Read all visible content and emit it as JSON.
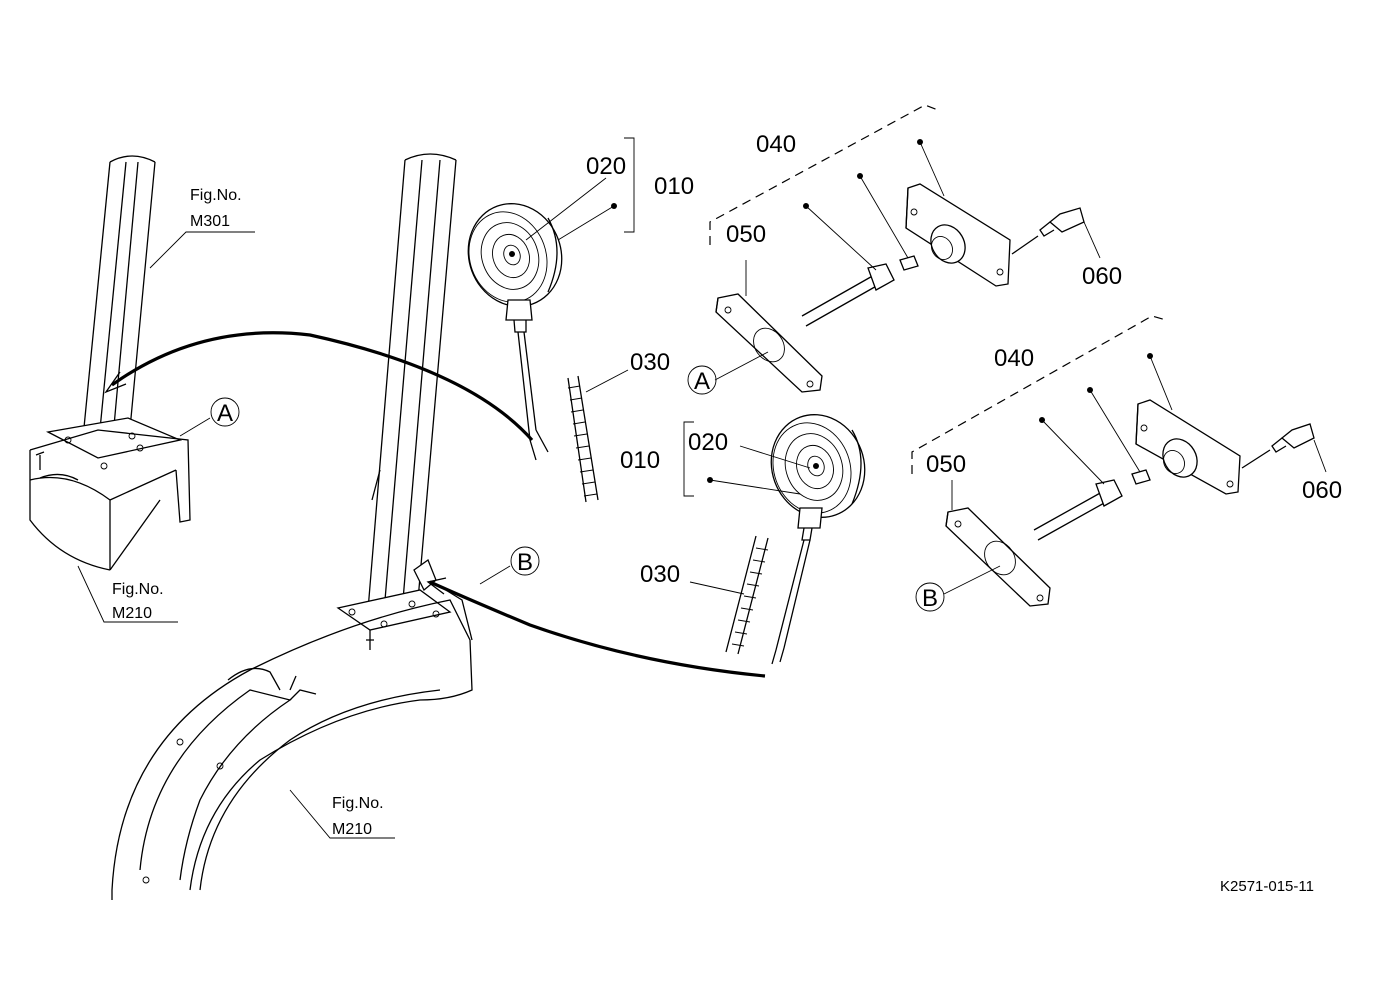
{
  "callouts": {
    "lamp_assembly_upper": "010",
    "lamp_assembly_lower": "010",
    "lamp_unit_upper": "020",
    "lamp_unit_lower": "020",
    "tube_upper": "030",
    "tube_lower": "030",
    "switch_kit_upper": "040",
    "switch_kit_lower": "040",
    "plate_upper": "050",
    "plate_lower": "050",
    "bolt_upper": "060",
    "bolt_lower": "060"
  },
  "markers": {
    "a_frame": "A",
    "a_plate": "A",
    "b_frame": "B",
    "b_plate": "B"
  },
  "fig_refs": {
    "upper_left": {
      "label": "Fig.No.",
      "number": "M301"
    },
    "middle_left": {
      "label": "Fig.No.",
      "number": "M210"
    },
    "lower_middle": {
      "label": "Fig.No.",
      "number": "M210"
    }
  },
  "drawing_code": "K2571-015-11"
}
